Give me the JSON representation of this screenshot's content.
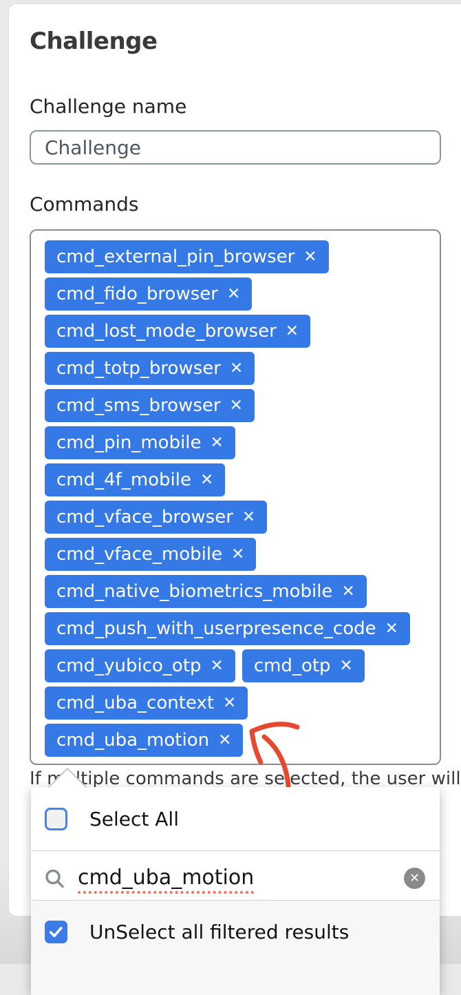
{
  "page": {
    "title": "Challenge"
  },
  "form": {
    "name_field": {
      "label": "Challenge name",
      "value": "Challenge"
    },
    "commands_field": {
      "label": "Commands",
      "remove_icon": "✕",
      "chip_rows": [
        [
          "cmd_external_pin_browser"
        ],
        [
          "cmd_fido_browser"
        ],
        [
          "cmd_lost_mode_browser"
        ],
        [
          "cmd_totp_browser"
        ],
        [
          "cmd_sms_browser"
        ],
        [
          "cmd_pin_mobile"
        ],
        [
          "cmd_4f_mobile"
        ],
        [
          "cmd_vface_browser"
        ],
        [
          "cmd_vface_mobile"
        ],
        [
          "cmd_native_biometrics_mobile"
        ],
        [
          "cmd_push_with_userpresence_code"
        ],
        [
          "cmd_yubico_otp",
          "cmd_otp"
        ],
        [
          "cmd_uba_context"
        ],
        [
          "cmd_uba_motion"
        ]
      ]
    },
    "helper_text": "If multiple commands are selected, the user will"
  },
  "dropdown": {
    "select_all": {
      "label": "Select All",
      "checked": false
    },
    "search": {
      "value": "cmd_uba_motion",
      "clear_icon": "✕"
    },
    "unselect_filtered": {
      "label": "UnSelect all filtered results",
      "checked": true
    }
  },
  "annotation": {
    "arrow_color": "#e5492f"
  },
  "colors": {
    "chip_bg": "#3579e6",
    "checkbox_checked": "#3b7ce8",
    "checkbox_border": "#3f83f0",
    "spellcheck_underline": "#f0705a"
  }
}
